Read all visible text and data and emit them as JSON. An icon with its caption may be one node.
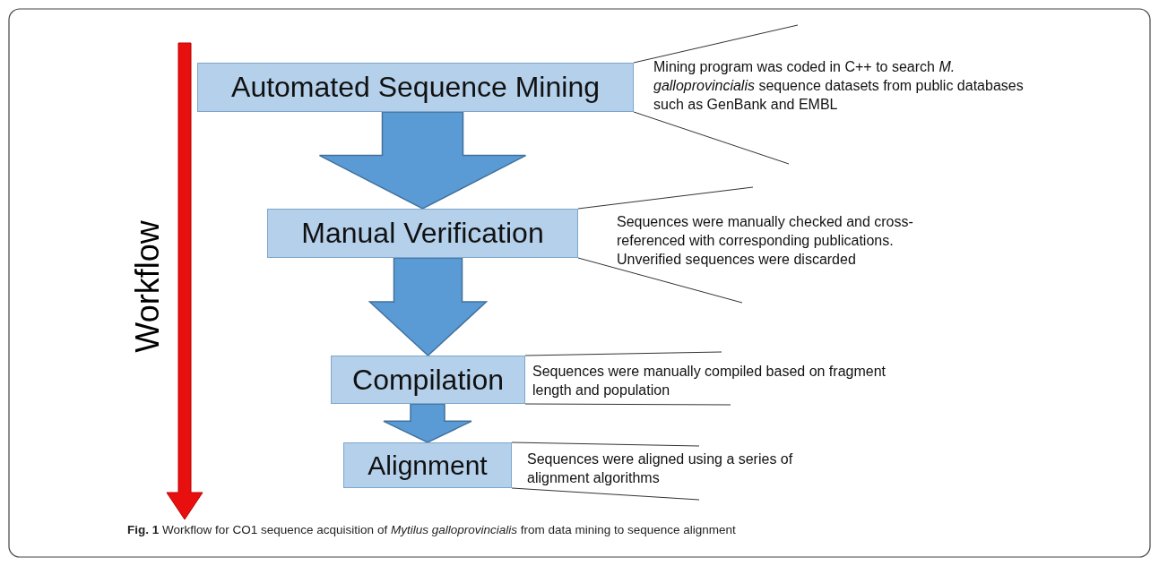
{
  "diagram": {
    "caption": "**Fig. 1** Workflow for CO1 sequence acquisition of *Mytilus galloprovincialis* from data mining to sequence alignment",
    "nodes": [
      {
        "text": [
          "Automated Sequence Mining"
        ],
        "beside": [
          "Mining program was coded in C++ to search *M. galloprovincialis* sequence datasets from public databases such as GenBank and EMBL"
        ]
      },
      {
        "text": [
          "Manual Verification"
        ],
        "beside": [
          "Sequences were manually checked and cross-referenced with corresponding publications. Unverified sequences were discarded"
        ]
      },
      {
        "text": [
          "Compilation"
        ],
        "beside": [
          "Sequences were manually compiled based on fragment length and population"
        ]
      },
      {
        "text": [
          "Alignment"
        ],
        "beside": [
          "Sequences were aligned using a series of alignment algorithms"
        ]
      }
    ],
    "edges": [
      {
        "from": 0,
        "to": 1,
        "arrow": "to",
        "style": "thick"
      },
      {
        "from": 1,
        "to": 2,
        "arrow": "to",
        "style": "thick"
      },
      {
        "from": 2,
        "to": 3,
        "arrow": "to",
        "style": "thick"
      },
      {
        "from": 0,
        "to": null,
        "arrow": "none"
      },
      {
        "from": 0,
        "to": null,
        "arrow": "none"
      },
      {
        "from": 1,
        "to": null,
        "arrow": "none"
      },
      {
        "from": 1,
        "to": null,
        "arrow": "none"
      },
      {
        "from": 2,
        "to": null,
        "arrow": "none"
      },
      {
        "from": 2,
        "to": null,
        "arrow": "none"
      },
      {
        "from": 3,
        "to": null,
        "arrow": "none"
      },
      {
        "from": 3,
        "to": null,
        "arrow": "none"
      }
    ],
    "labels": [
      "Workflow"
    ]
  }
}
